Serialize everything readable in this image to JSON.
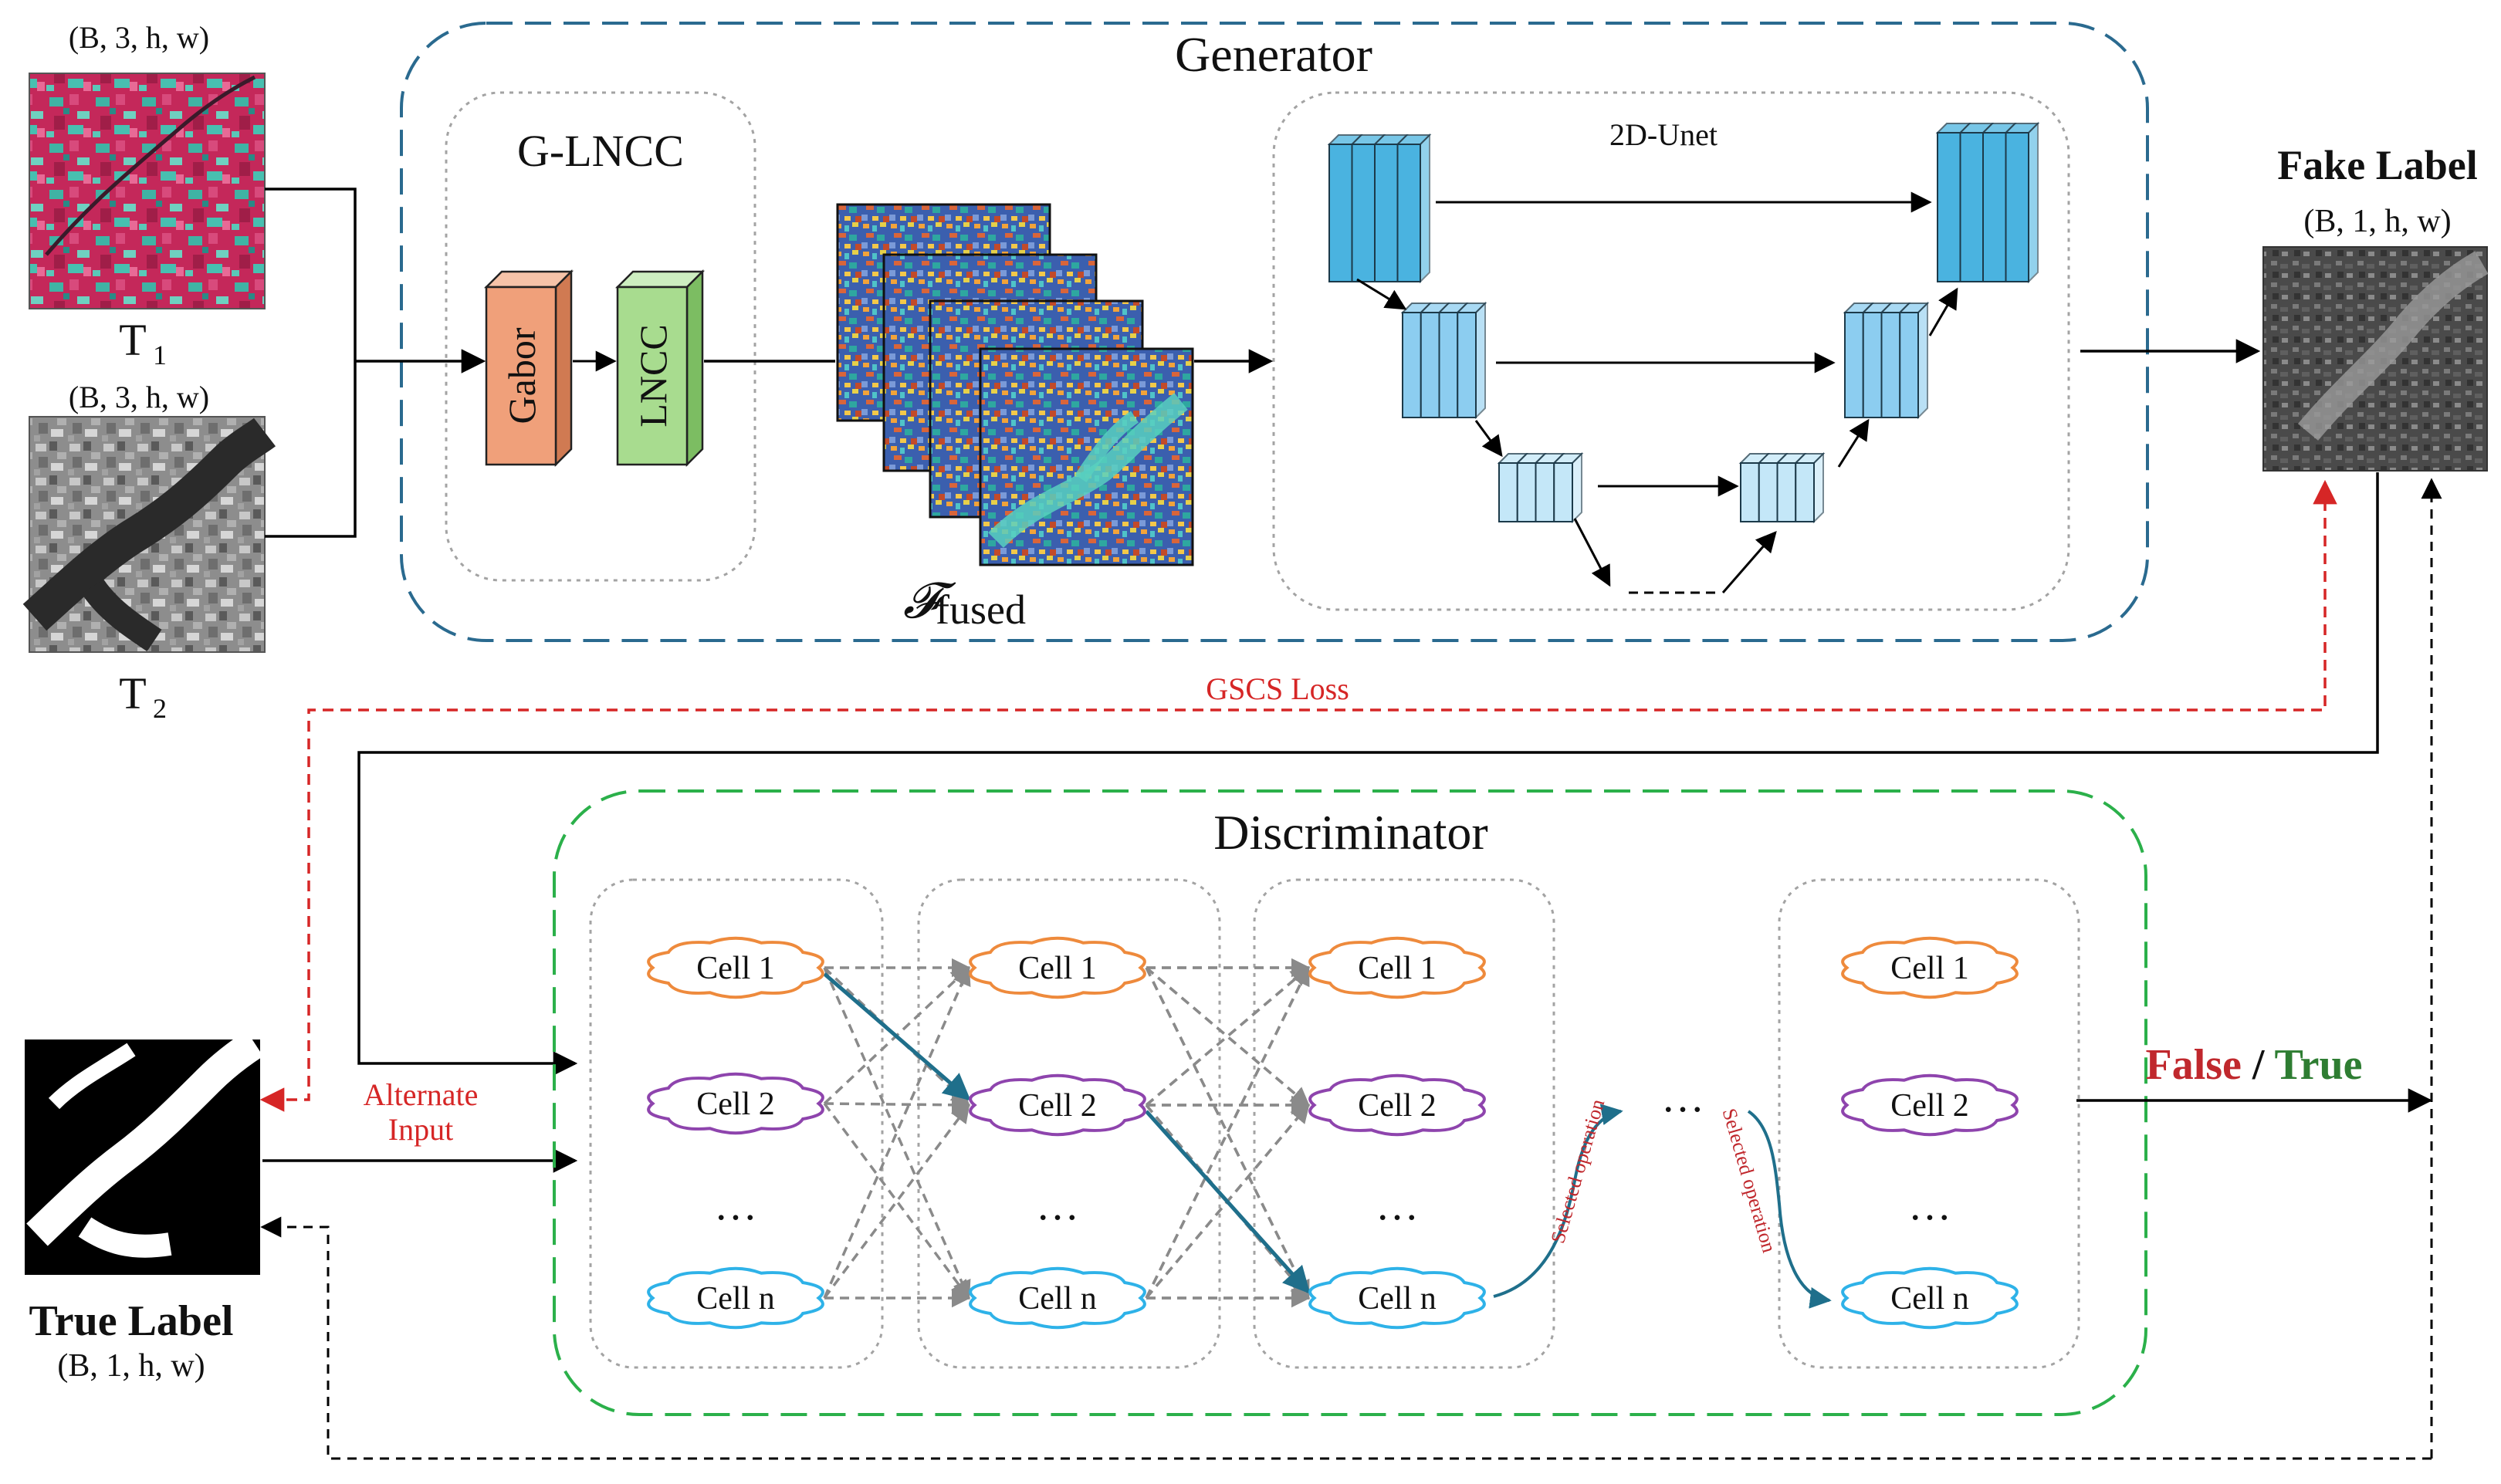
{
  "generator": {
    "title": "Generator"
  },
  "glncc": {
    "title": "G-LNCC",
    "gabor_label": "Gabor",
    "lncc_label": "LNCC"
  },
  "fused": {
    "symbol": "𝓕",
    "subscript": "fused"
  },
  "unet": {
    "title": "2D-Unet"
  },
  "inputs": {
    "t1_shape": "(B, 3, h, w)",
    "t1_label": "T",
    "t1_sub": "1",
    "t2_shape": "(B, 3, h, w)",
    "t2_label": "T",
    "t2_sub": "2"
  },
  "fake_label": {
    "title": "Fake Label",
    "shape": "(B, 1, h, w)"
  },
  "true_label": {
    "title": "True Label",
    "shape": "(B, 1, h, w)"
  },
  "loss": {
    "label": "GSCS Loss"
  },
  "alternate": {
    "line1": "Alternate",
    "line2": "Input"
  },
  "discriminator": {
    "title": "Discriminator",
    "columns": [
      {
        "cells": [
          "Cell 1",
          "Cell 2",
          "…",
          "Cell n"
        ]
      },
      {
        "cells": [
          "Cell 1",
          "Cell 2",
          "…",
          "Cell n"
        ]
      },
      {
        "cells": [
          "Cell 1",
          "Cell 2",
          "…",
          "Cell n"
        ]
      },
      {
        "cells": [
          "Cell 1",
          "Cell 2",
          "…",
          "Cell n"
        ]
      }
    ],
    "between_dots": "…",
    "selected_operation_1": "Selected operation",
    "selected_operation_2": "Selected operation"
  },
  "output": {
    "false_word": "False",
    "separator": " / ",
    "true_word": "True"
  },
  "colors": {
    "generator_border": "#2a6a8f",
    "discriminator_border": "#2bb04a",
    "gabor_fill": "#f0a07a",
    "lncc_fill": "#a8dc8f",
    "unet_dark": "#4ab3e0",
    "unet_mid": "#8ccdf0",
    "unet_light": "#c4e7f8",
    "cell1": "#ee8a3c",
    "cell2": "#8e44ad",
    "celln": "#2eb2e8",
    "loss_red": "#d62626",
    "false_red": "#c0282d",
    "true_green": "#2e7d32",
    "selected_path": "#1f6f8b"
  }
}
